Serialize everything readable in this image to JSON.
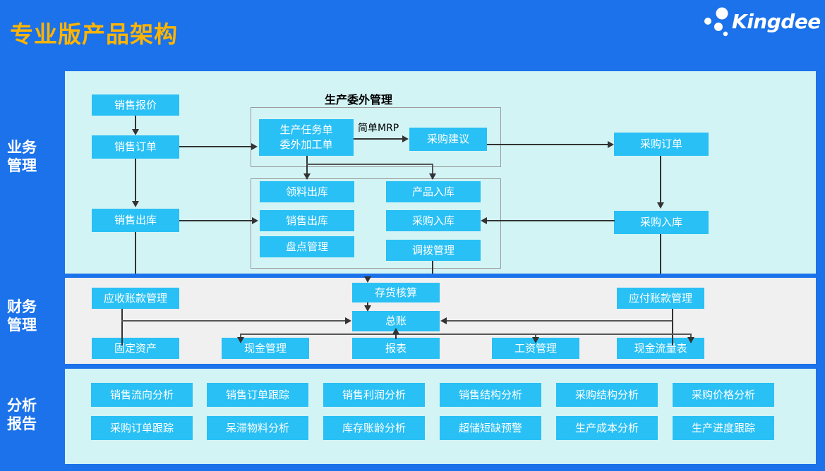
{
  "header": {
    "title": "专业版产品架构",
    "brand": "Kingdee",
    "brand_icon": "kingdee-dots-logo",
    "title_color": "#ffb400",
    "background_color": "#1b72ea"
  },
  "sidebar": {
    "items": [
      {
        "name": "business",
        "label": "业务\n管理",
        "line1": "业务",
        "line2": "管理"
      },
      {
        "name": "finance",
        "label": "财务\n管理",
        "line1": "财务",
        "line2": "管理"
      },
      {
        "name": "analysis",
        "label": "分析\n报告",
        "line1": "分析",
        "line2": "报告"
      }
    ]
  },
  "sections": {
    "business": {
      "background_color": "#d3f4f5",
      "left_flow": [
        {
          "id": "sales-quote",
          "label": "销售报价"
        },
        {
          "id": "sales-order",
          "label": "销售订单"
        },
        {
          "id": "sales-out",
          "label": "销售出库"
        }
      ],
      "production_group": {
        "title": "生产委外管理",
        "nodes": [
          {
            "id": "production-task",
            "line1": "生产任务单",
            "line2": "委外加工单"
          },
          {
            "id": "purchase-advice",
            "label": "采购建议"
          }
        ],
        "edge_label": "简单MRP"
      },
      "inventory_group": {
        "left_nodes": [
          {
            "id": "material-issue",
            "label": "领料出库"
          },
          {
            "id": "sales-issue",
            "label": "销售出库"
          },
          {
            "id": "stock-count",
            "label": "盘点管理"
          }
        ],
        "right_nodes": [
          {
            "id": "product-in",
            "label": "产品入库"
          },
          {
            "id": "purchase-in",
            "label": "采购入库"
          },
          {
            "id": "transfer-mgmt",
            "label": "调拨管理"
          }
        ]
      },
      "right_flow": [
        {
          "id": "purchase-order",
          "label": "采购订单"
        },
        {
          "id": "purchase-receipt",
          "label": "采购入库"
        }
      ]
    },
    "finance": {
      "background_color": "#f0f0f0",
      "nodes": [
        {
          "id": "ar-management",
          "label": "应收账款管理"
        },
        {
          "id": "inventory-costing",
          "label": "存货核算"
        },
        {
          "id": "ap-management",
          "label": "应付账款管理"
        },
        {
          "id": "general-ledger",
          "label": "总账"
        },
        {
          "id": "fixed-assets",
          "label": "固定资产"
        },
        {
          "id": "cash-management",
          "label": "现金管理"
        },
        {
          "id": "reports",
          "label": "报表"
        },
        {
          "id": "payroll",
          "label": "工资管理"
        },
        {
          "id": "cash-flow",
          "label": "现金流量表"
        }
      ]
    },
    "analysis": {
      "background_color": "#d3f4f5",
      "row1": [
        {
          "id": "sales-flow-analysis",
          "label": "销售流向分析"
        },
        {
          "id": "sales-order-tracking",
          "label": "销售订单跟踪"
        },
        {
          "id": "sales-profit-analysis",
          "label": "销售利润分析"
        },
        {
          "id": "sales-structure-analysis",
          "label": "销售结构分析"
        },
        {
          "id": "purchase-structure-analysis",
          "label": "采购结构分析"
        },
        {
          "id": "purchase-price-analysis",
          "label": "采购价格分析"
        }
      ],
      "row2": [
        {
          "id": "purchase-order-tracking",
          "label": "采购订单跟踪"
        },
        {
          "id": "slow-moving-analysis",
          "label": "呆滞物料分析"
        },
        {
          "id": "inventory-aging-analysis",
          "label": "库存账龄分析"
        },
        {
          "id": "overstock-shortage-alert",
          "label": "超储短缺预警"
        },
        {
          "id": "production-cost-analysis",
          "label": "生产成本分析"
        },
        {
          "id": "production-progress-tracking",
          "label": "生产进度跟踪"
        }
      ]
    }
  },
  "theme": {
    "node_fill": "#29c0f5",
    "node_text": "#ffffff",
    "connector": "#333333"
  }
}
